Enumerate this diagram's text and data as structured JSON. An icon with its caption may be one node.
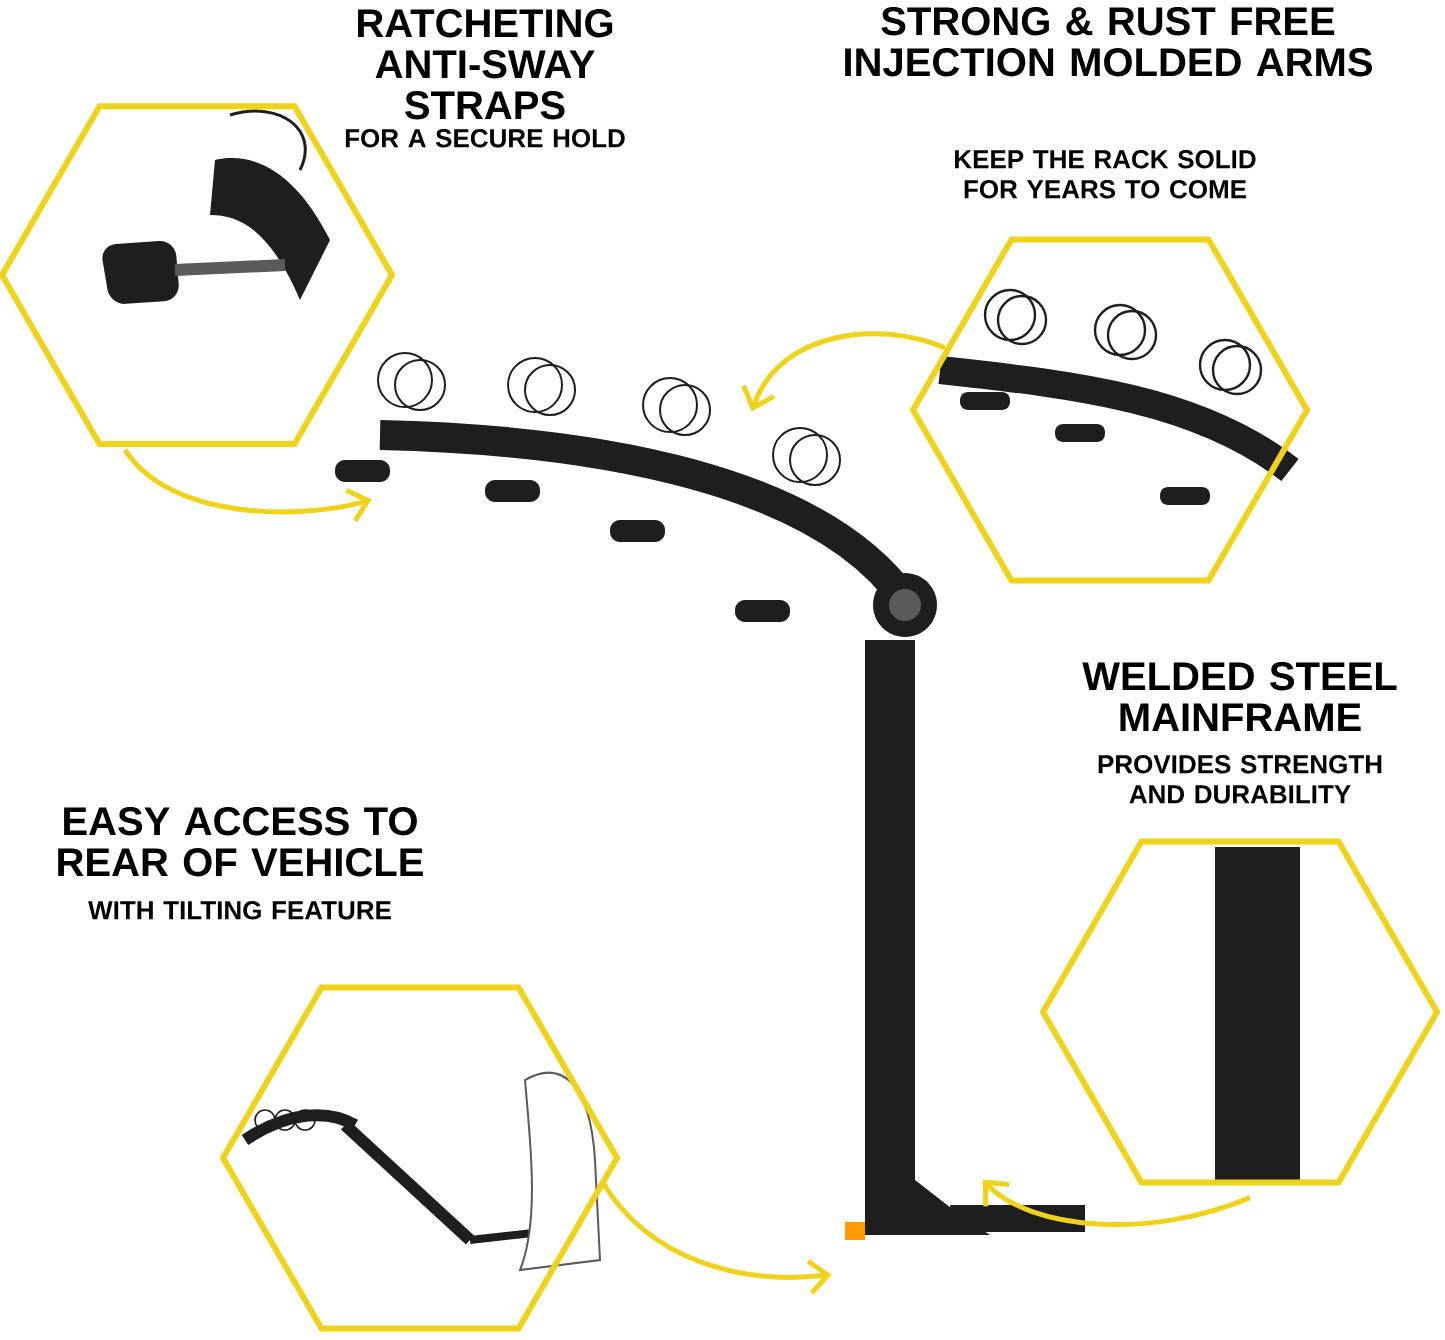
{
  "diagram": {
    "nodes": [
      {
        "text": [
          "RATCHETING ANTI-SWAY STRAPS",
          "FOR A SECURE HOLD"
        ]
      },
      {
        "text": [
          "STRONG & RUST FREE INJECTION MOLDED ARMS",
          "KEEP THE RACK SOLID FOR YEARS TO COME"
        ]
      },
      {
        "text": [
          "EASY ACCESS TO REAR OF VEHICLE",
          "WITH TILTING FEATURE"
        ]
      },
      {
        "text": [
          "WELDED STEEL MAINFRAME",
          "PROVIDES STRENGTH AND DURABILITY"
        ]
      },
      {
        "text": [],
        "shape": "picture"
      }
    ],
    "edges": [
      {
        "from": 0,
        "to": 4,
        "arrow": "to"
      },
      {
        "from": 1,
        "to": 4,
        "arrow": "to"
      },
      {
        "from": 2,
        "to": 4,
        "arrow": "to"
      },
      {
        "from": 3,
        "to": 4,
        "arrow": "to"
      }
    ]
  }
}
